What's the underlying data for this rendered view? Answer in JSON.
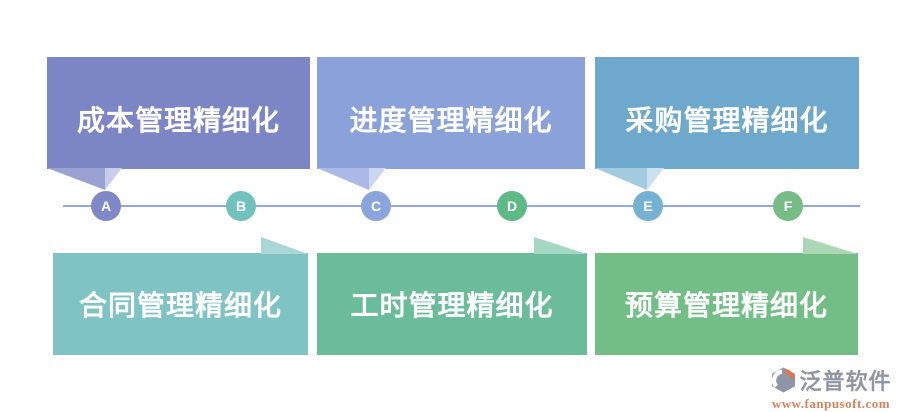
{
  "cards": {
    "top": [
      {
        "label": "成本管理精细化",
        "color": "#7C86C5",
        "tail_main": "#99A2D2",
        "tail_light": "#C8CDEA"
      },
      {
        "label": "进度管理精细化",
        "color": "#8AA2D9",
        "tail_main": "#AAB9E6",
        "tail_light": "#CBD6F1"
      },
      {
        "label": "采购管理精细化",
        "color": "#6EA8CD",
        "tail_main": "#A3CBE0",
        "tail_light": "#CAE2EF"
      }
    ],
    "bottom": [
      {
        "label": "合同管理精细化",
        "color": "#7FC3C4",
        "tail_light": "#A9D6D6"
      },
      {
        "label": "工时管理精细化",
        "color": "#6BBC9A",
        "tail_light": "#A5D8C2"
      },
      {
        "label": "预算管理精细化",
        "color": "#73BD87",
        "tail_light": "#ABD7B4"
      }
    ]
  },
  "timeline": {
    "line_color": "#92A8D7",
    "nodes": [
      {
        "label": "A",
        "color": "#8088C7"
      },
      {
        "label": "B",
        "color": "#71C2BC"
      },
      {
        "label": "C",
        "color": "#8AA5DB"
      },
      {
        "label": "D",
        "color": "#5DB985"
      },
      {
        "label": "E",
        "color": "#75B1D2"
      },
      {
        "label": "F",
        "color": "#78BC85"
      }
    ]
  },
  "logo": {
    "name": "泛普软件",
    "url": "www.fanpusoft.com",
    "name_color": "#9095A4",
    "url_color": "#D9835C",
    "icon_gray": "#8E95A6",
    "icon_orange": "#E0764E"
  }
}
